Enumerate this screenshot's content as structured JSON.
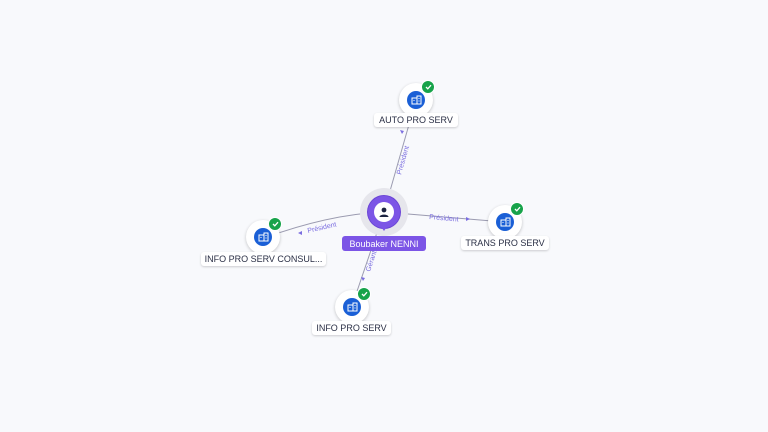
{
  "person": {
    "name": "Boubaker NENNI",
    "icon": "person-icon",
    "color": "#7c55e6"
  },
  "companies": [
    {
      "id": "auto",
      "name": "AUTO PRO SERV",
      "icon": "building-icon",
      "verified": true
    },
    {
      "id": "trans",
      "name": "TRANS PRO SERV",
      "icon": "building-icon",
      "verified": true
    },
    {
      "id": "consult",
      "name": "INFO PRO SERV CONSUL...",
      "icon": "building-icon",
      "verified": true
    },
    {
      "id": "info",
      "name": "INFO PRO SERV",
      "icon": "building-icon",
      "verified": true
    }
  ],
  "edges": [
    {
      "to": "auto",
      "label": "Président"
    },
    {
      "to": "trans",
      "label": "Président"
    },
    {
      "to": "consult",
      "label": "Président"
    },
    {
      "to": "info",
      "label": "Gérant"
    }
  ],
  "colors": {
    "company": "#1a5fd6",
    "verified": "#17a34a",
    "edge_label": "#7b6ee0"
  }
}
